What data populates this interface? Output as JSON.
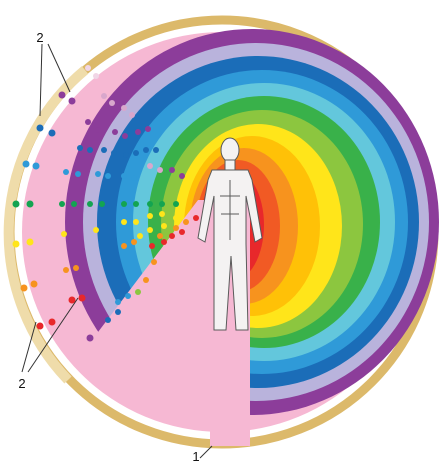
{
  "labels": {
    "upper": "2",
    "lower": "2",
    "bottom": "1"
  },
  "colors": {
    "outer_ring": "#dcb96a",
    "outer_ring_light": "#efdcaa",
    "background_disc": "#f6b8d3",
    "bands": [
      "#8c3d9a",
      "#b9b3dc",
      "#1b6db8",
      "#2f9ad8",
      "#63c7dc",
      "#39b14a",
      "#8cc63f",
      "#ffe51a",
      "#ffc107",
      "#f7931e",
      "#f15a24",
      "#e8282b"
    ],
    "dots": [
      "#8c3d9a",
      "#d8a7cc",
      "#1b6db8",
      "#2f9ad8",
      "#13a451",
      "#ffe51a",
      "#f7931e",
      "#e8282b"
    ]
  }
}
